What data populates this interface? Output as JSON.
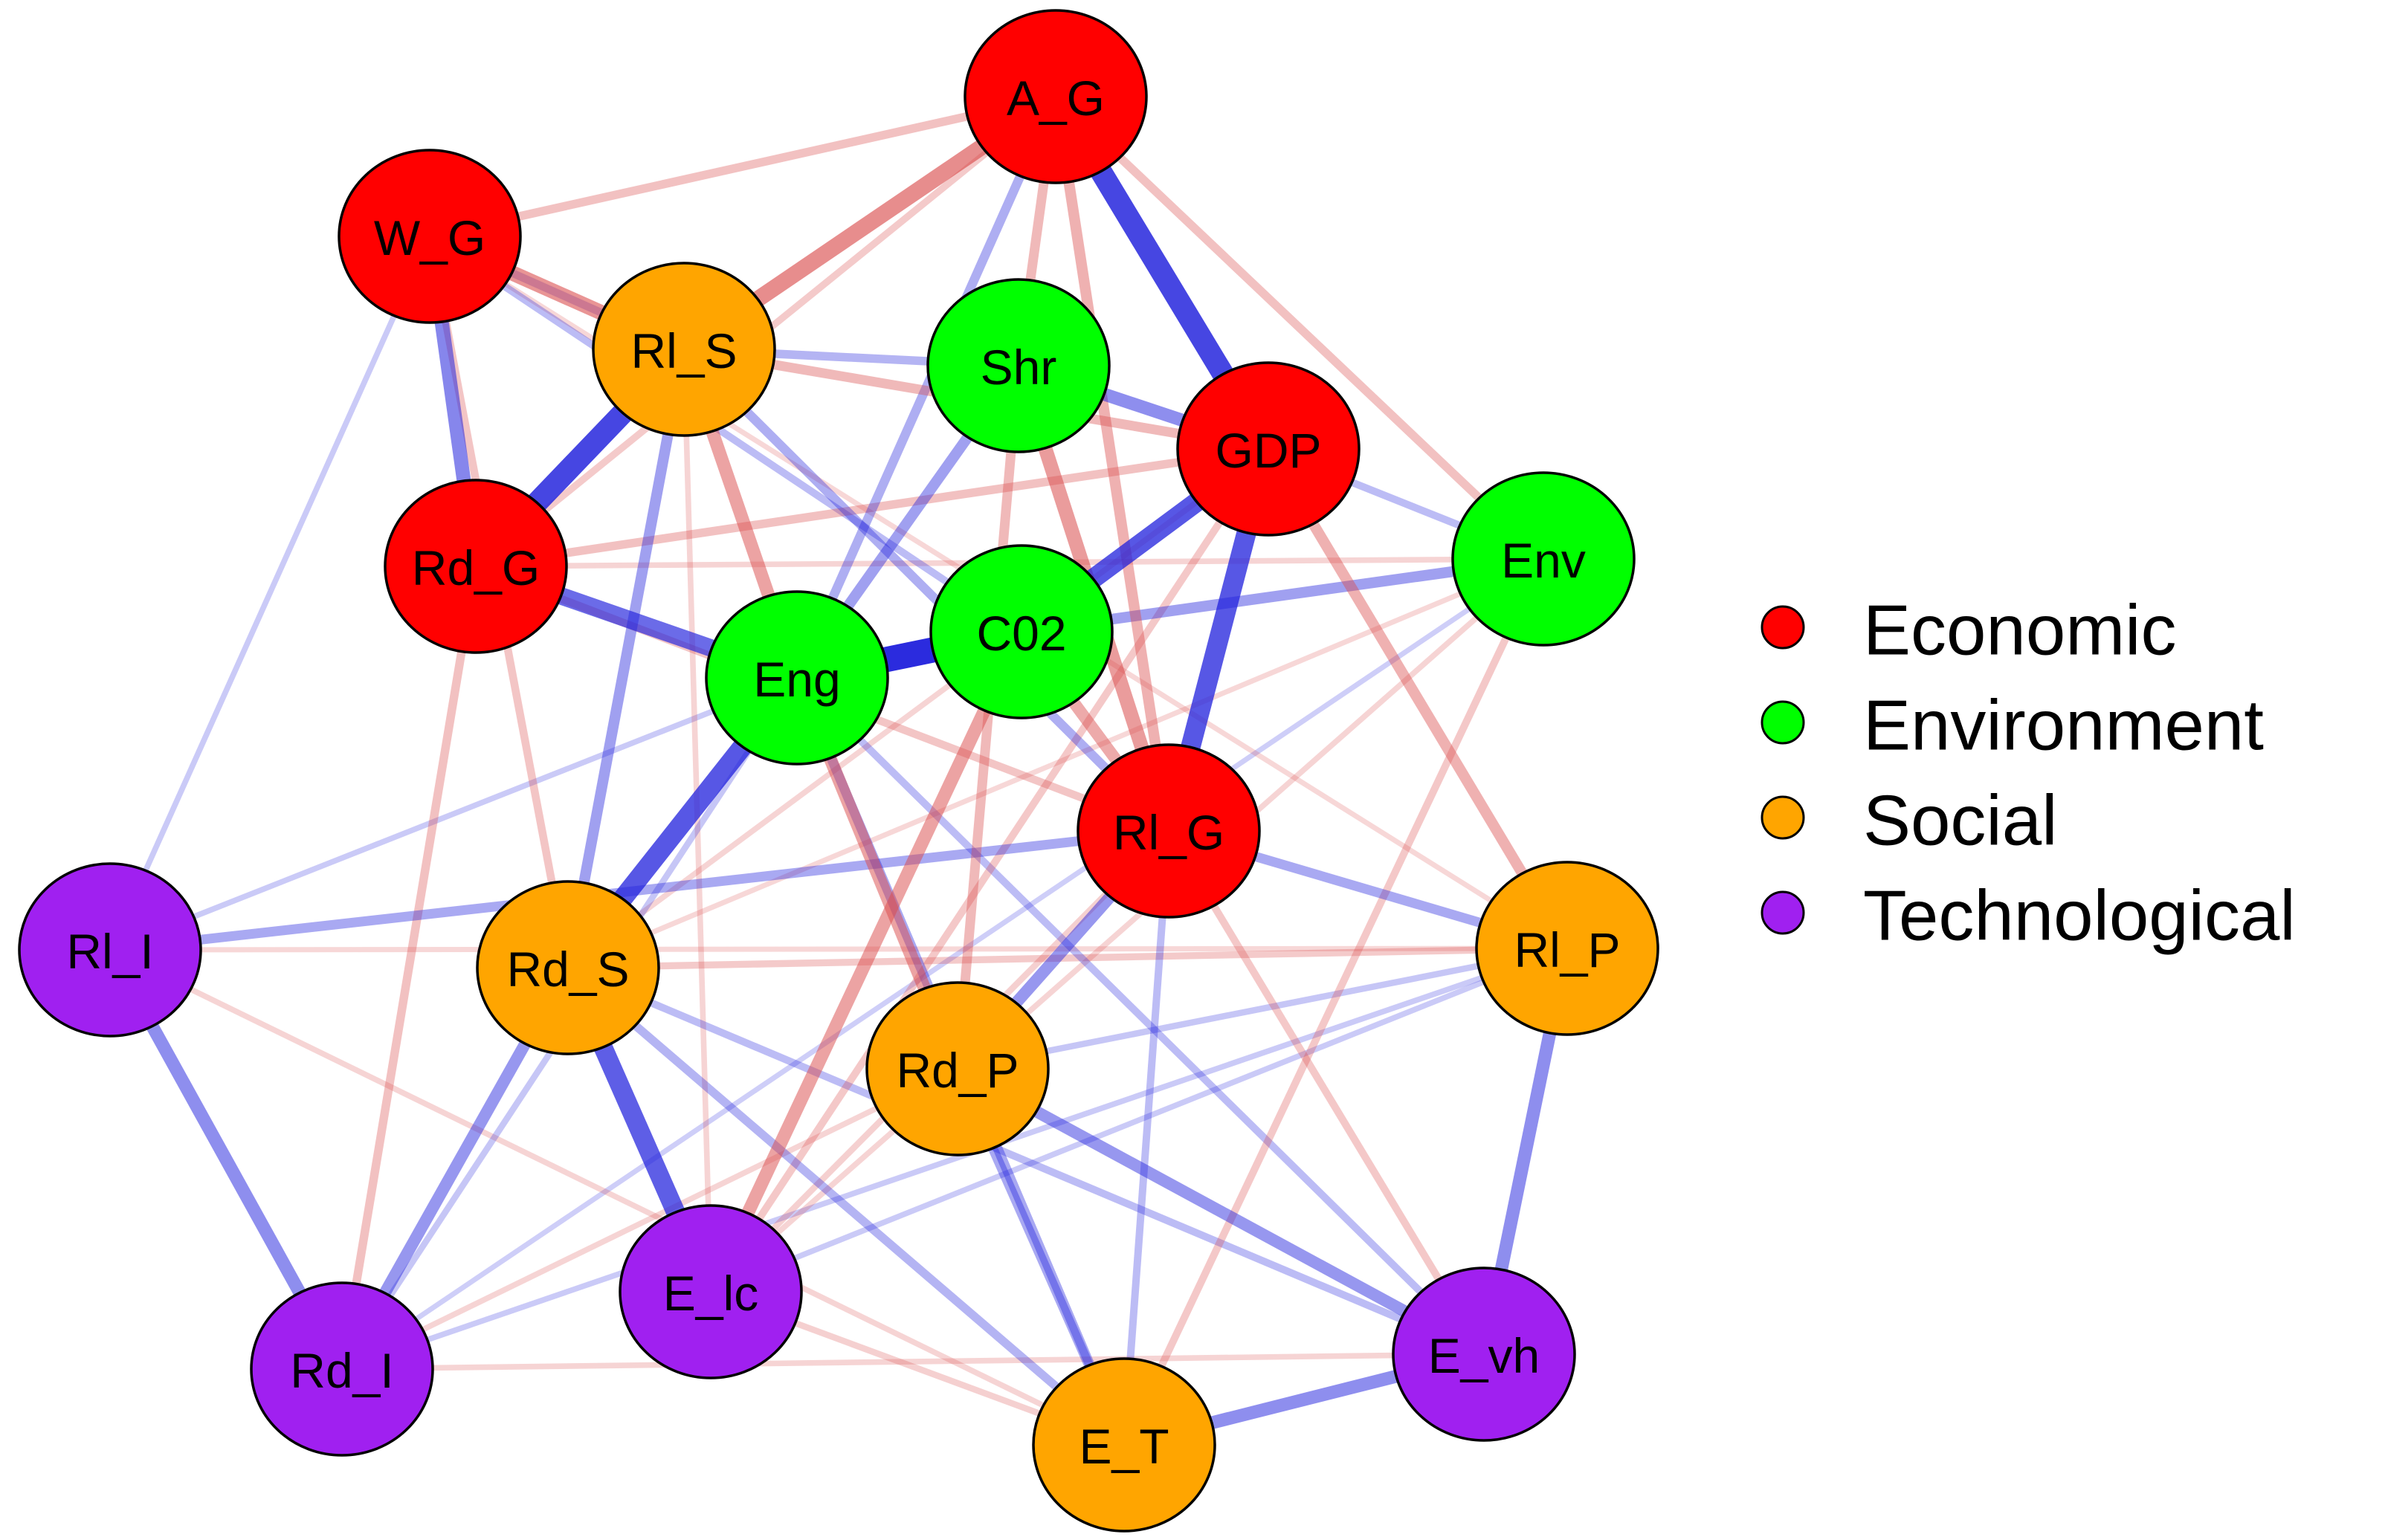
{
  "colors": {
    "Economic": "#ff0000",
    "Environment": "#00ff00",
    "Social": "#ffa500",
    "Technological": "#a020f0",
    "positive_edge": "#d94a4a",
    "negative_edge": "#2222dd"
  },
  "legend": [
    {
      "label": "Economic",
      "group": "Economic"
    },
    {
      "label": "Environment",
      "group": "Environment"
    },
    {
      "label": "Social",
      "group": "Social"
    },
    {
      "label": "Technological",
      "group": "Technological"
    }
  ],
  "nodes": [
    {
      "id": "A_G",
      "label": "A_G",
      "group": "Economic"
    },
    {
      "id": "W_G",
      "label": "W_G",
      "group": "Economic"
    },
    {
      "id": "Rl_S",
      "label": "Rl_S",
      "group": "Social"
    },
    {
      "id": "Shr",
      "label": "Shr",
      "group": "Environment"
    },
    {
      "id": "GDP",
      "label": "GDP",
      "group": "Economic"
    },
    {
      "id": "Env",
      "label": "Env",
      "group": "Environment"
    },
    {
      "id": "Rd_G",
      "label": "Rd_G",
      "group": "Economic"
    },
    {
      "id": "C02",
      "label": "C02",
      "group": "Environment"
    },
    {
      "id": "Eng",
      "label": "Eng",
      "group": "Environment"
    },
    {
      "id": "Rl_G",
      "label": "Rl_G",
      "group": "Economic"
    },
    {
      "id": "Rl_I",
      "label": "Rl_I",
      "group": "Technological"
    },
    {
      "id": "Rd_S",
      "label": "Rd_S",
      "group": "Social"
    },
    {
      "id": "Rl_P",
      "label": "Rl_P",
      "group": "Social"
    },
    {
      "id": "Rd_P",
      "label": "Rd_P",
      "group": "Social"
    },
    {
      "id": "E_lc",
      "label": "E_lc",
      "group": "Technological"
    },
    {
      "id": "E_vh",
      "label": "E_vh",
      "group": "Technological"
    },
    {
      "id": "Rd_I",
      "label": "Rd_I",
      "group": "Technological"
    },
    {
      "id": "E_T",
      "label": "E_T",
      "group": "Social"
    }
  ],
  "edges": [
    {
      "source": "Eng",
      "target": "C02",
      "sign": "negative",
      "strength": 1.0
    },
    {
      "source": "Rl_S",
      "target": "Rd_G",
      "sign": "negative",
      "strength": 0.85
    },
    {
      "source": "A_G",
      "target": "GDP",
      "sign": "negative",
      "strength": 0.85
    },
    {
      "source": "C02",
      "target": "GDP",
      "sign": "negative",
      "strength": 0.75
    },
    {
      "source": "GDP",
      "target": "Rl_G",
      "sign": "negative",
      "strength": 0.75
    },
    {
      "source": "Eng",
      "target": "Rd_S",
      "sign": "negative",
      "strength": 0.75
    },
    {
      "source": "Rd_S",
      "target": "E_lc",
      "sign": "negative",
      "strength": 0.72
    },
    {
      "source": "Rd_G",
      "target": "Eng",
      "sign": "negative",
      "strength": 0.65
    },
    {
      "source": "W_G",
      "target": "Rd_G",
      "sign": "negative",
      "strength": 0.5
    },
    {
      "source": "Shr",
      "target": "GDP",
      "sign": "negative",
      "strength": 0.45
    },
    {
      "source": "Rl_I",
      "target": "Rd_I",
      "sign": "negative",
      "strength": 0.45
    },
    {
      "source": "Rl_P",
      "target": "E_vh",
      "sign": "negative",
      "strength": 0.45
    },
    {
      "source": "E_T",
      "target": "E_vh",
      "sign": "negative",
      "strength": 0.45
    },
    {
      "source": "Rd_P",
      "target": "E_vh",
      "sign": "negative",
      "strength": 0.4
    },
    {
      "source": "Rd_P",
      "target": "Rl_G",
      "sign": "negative",
      "strength": 0.4
    },
    {
      "source": "Rd_S",
      "target": "Rd_I",
      "sign": "negative",
      "strength": 0.4
    },
    {
      "source": "Rl_S",
      "target": "Rd_S",
      "sign": "negative",
      "strength": 0.35
    },
    {
      "source": "Eng",
      "target": "Shr",
      "sign": "negative",
      "strength": 0.35
    },
    {
      "source": "C02",
      "target": "Env",
      "sign": "negative",
      "strength": 0.35
    },
    {
      "source": "Rl_G",
      "target": "Rl_P",
      "sign": "negative",
      "strength": 0.3
    },
    {
      "source": "Rl_I",
      "target": "Rl_G",
      "sign": "negative",
      "strength": 0.3
    },
    {
      "source": "Rd_P",
      "target": "E_T",
      "sign": "negative",
      "strength": 0.3
    },
    {
      "source": "Eng",
      "target": "E_T",
      "sign": "negative",
      "strength": 0.3
    },
    {
      "source": "Rl_S",
      "target": "Rl_G",
      "sign": "negative",
      "strength": 0.28
    },
    {
      "source": "A_G",
      "target": "Eng",
      "sign": "negative",
      "strength": 0.28
    },
    {
      "source": "Rl_S",
      "target": "Shr",
      "sign": "negative",
      "strength": 0.25
    },
    {
      "source": "W_G",
      "target": "Rl_S",
      "sign": "negative",
      "strength": 0.22
    },
    {
      "source": "W_G",
      "target": "C02",
      "sign": "negative",
      "strength": 0.2
    },
    {
      "source": "Rd_S",
      "target": "E_T",
      "sign": "negative",
      "strength": 0.25
    },
    {
      "source": "Rd_S",
      "target": "E_vh",
      "sign": "negative",
      "strength": 0.2
    },
    {
      "source": "Eng",
      "target": "E_vh",
      "sign": "negative",
      "strength": 0.2
    },
    {
      "source": "Rl_G",
      "target": "E_T",
      "sign": "negative",
      "strength": 0.2
    },
    {
      "source": "GDP",
      "target": "Env",
      "sign": "negative",
      "strength": 0.2
    },
    {
      "source": "Rl_P",
      "target": "Rd_P",
      "sign": "negative",
      "strength": 0.15
    },
    {
      "source": "Rl_I",
      "target": "W_G",
      "sign": "negative",
      "strength": 0.12
    },
    {
      "source": "Rl_I",
      "target": "Eng",
      "sign": "negative",
      "strength": 0.12
    },
    {
      "source": "Rd_I",
      "target": "Rl_P",
      "sign": "negative",
      "strength": 0.12
    },
    {
      "source": "E_lc",
      "target": "Rl_P",
      "sign": "negative",
      "strength": 0.12
    },
    {
      "source": "Rd_I",
      "target": "Eng",
      "sign": "negative",
      "strength": 0.15
    },
    {
      "source": "Rd_I",
      "target": "Env",
      "sign": "negative",
      "strength": 0.1
    },
    {
      "source": "A_G",
      "target": "Rl_S",
      "sign": "positive",
      "strength": 0.6
    },
    {
      "source": "W_G",
      "target": "Rl_S",
      "sign": "positive",
      "strength": 0.55
    },
    {
      "source": "Shr",
      "target": "Rl_G",
      "sign": "positive",
      "strength": 0.5
    },
    {
      "source": "C02",
      "target": "E_lc",
      "sign": "positive",
      "strength": 0.45
    },
    {
      "source": "Eng",
      "target": "Rd_P",
      "sign": "positive",
      "strength": 0.45
    },
    {
      "source": "Rl_S",
      "target": "Eng",
      "sign": "positive",
      "strength": 0.45
    },
    {
      "source": "C02",
      "target": "Rl_G",
      "sign": "positive",
      "strength": 0.4
    },
    {
      "source": "A_G",
      "target": "Rl_G",
      "sign": "positive",
      "strength": 0.35
    },
    {
      "source": "GDP",
      "target": "Rl_P",
      "sign": "positive",
      "strength": 0.35
    },
    {
      "source": "A_G",
      "target": "Shr",
      "sign": "positive",
      "strength": 0.3
    },
    {
      "source": "W_G",
      "target": "A_G",
      "sign": "positive",
      "strength": 0.25
    },
    {
      "source": "Rl_S",
      "target": "GDP",
      "sign": "positive",
      "strength": 0.3
    },
    {
      "source": "GDP",
      "target": "Rd_G",
      "sign": "positive",
      "strength": 0.25
    },
    {
      "source": "Shr",
      "target": "Rd_P",
      "sign": "positive",
      "strength": 0.3
    },
    {
      "source": "A_G",
      "target": "Env",
      "sign": "positive",
      "strength": 0.25
    },
    {
      "source": "Rd_G",
      "target": "Rd_I",
      "sign": "positive",
      "strength": 0.25
    },
    {
      "source": "W_G",
      "target": "Rd_S",
      "sign": "positive",
      "strength": 0.22
    },
    {
      "source": "Rd_G",
      "target": "Rl_G",
      "sign": "positive",
      "strength": 0.22
    },
    {
      "source": "GDP",
      "target": "E_lc",
      "sign": "positive",
      "strength": 0.2
    },
    {
      "source": "Env",
      "target": "E_T",
      "sign": "positive",
      "strength": 0.2
    },
    {
      "source": "A_G",
      "target": "Rd_G",
      "sign": "positive",
      "strength": 0.18
    },
    {
      "source": "Rl_G",
      "target": "E_vh",
      "sign": "positive",
      "strength": 0.2
    },
    {
      "source": "Rd_S",
      "target": "Rl_P",
      "sign": "positive",
      "strength": 0.18
    },
    {
      "source": "Rl_I",
      "target": "E_T",
      "sign": "positive",
      "strength": 0.12
    },
    {
      "source": "Rd_I",
      "target": "E_vh",
      "sign": "positive",
      "strength": 0.12
    },
    {
      "source": "E_lc",
      "target": "E_T",
      "sign": "positive",
      "strength": 0.15
    },
    {
      "source": "Rd_P",
      "target": "Rd_I",
      "sign": "positive",
      "strength": 0.12
    },
    {
      "source": "Rl_S",
      "target": "E_lc",
      "sign": "positive",
      "strength": 0.12
    },
    {
      "source": "Rd_G",
      "target": "Env",
      "sign": "positive",
      "strength": 0.12
    },
    {
      "source": "W_G",
      "target": "Rl_P",
      "sign": "positive",
      "strength": 0.1
    },
    {
      "source": "Rl_I",
      "target": "Rl_P",
      "sign": "positive",
      "strength": 0.1
    },
    {
      "source": "Rd_S",
      "target": "Env",
      "sign": "positive",
      "strength": 0.1
    },
    {
      "source": "Rl_G",
      "target": "E_lc",
      "sign": "positive",
      "strength": 0.15
    },
    {
      "source": "Env",
      "target": "E_lc",
      "sign": "positive",
      "strength": 0.12
    },
    {
      "source": "GDP",
      "target": "Rd_S",
      "sign": "positive",
      "strength": 0.12
    }
  ]
}
